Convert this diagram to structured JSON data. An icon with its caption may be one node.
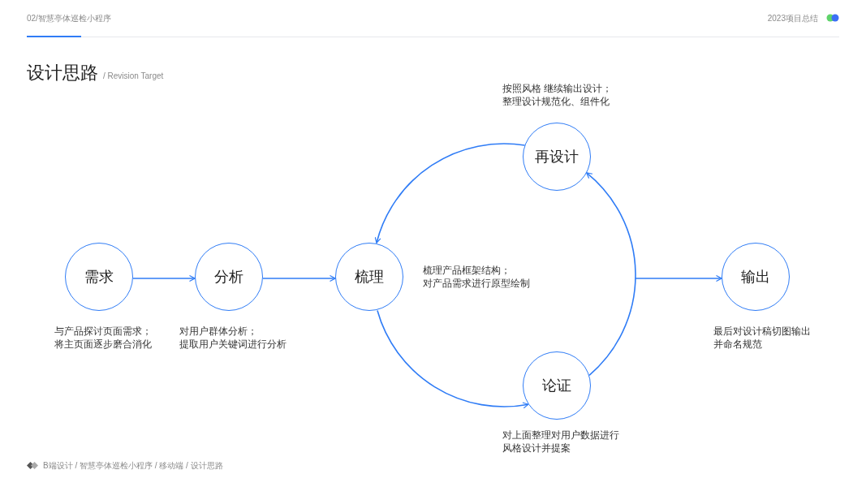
{
  "diagram": {
    "title": "设计思路",
    "nodes": [
      {
        "text": [
          "需求"
        ],
        "beside": [
          "与产品探讨页面需求；",
          "将主页面逐步磨合消化"
        ]
      },
      {
        "text": [
          "分析"
        ],
        "beside": [
          "对用户群体分析；",
          "提取用户关键词进行分析"
        ]
      },
      {
        "text": [
          "梳理"
        ],
        "beside": [
          "梳理产品框架结构；",
          "对产品需求进行原型绘制"
        ]
      },
      {
        "text": [
          "再设计"
        ],
        "beside": [
          "按照风格 继续输出设计；",
          "整理设计规范化、组件化"
        ]
      },
      {
        "text": [
          "论证"
        ],
        "beside": [
          "对上面整理对用户数据进行风格设计并提案"
        ]
      },
      {
        "text": [
          "输出"
        ],
        "beside": [
          "最后对设计稿切图输出并命名规范"
        ]
      }
    ],
    "edges": [
      {
        "from": 0,
        "to": 1,
        "arrow": "to"
      },
      {
        "from": 1,
        "to": 2,
        "arrow": "to"
      },
      {
        "from": 2,
        "to": 4,
        "arrow": "to"
      },
      {
        "from": 4,
        "to": 3,
        "arrow": "to"
      },
      {
        "from": 3,
        "to": 2,
        "arrow": "to"
      },
      {
        "from": null,
        "to": 5,
        "arrow": "to"
      }
    ],
    "labels": [
      "02/智慧亭体巡检小程序",
      "2023项目总结",
      "/ Revision Target",
      "B端设计 / 智慧亭体巡检小程序 / 移动端 / 设计思路"
    ]
  }
}
